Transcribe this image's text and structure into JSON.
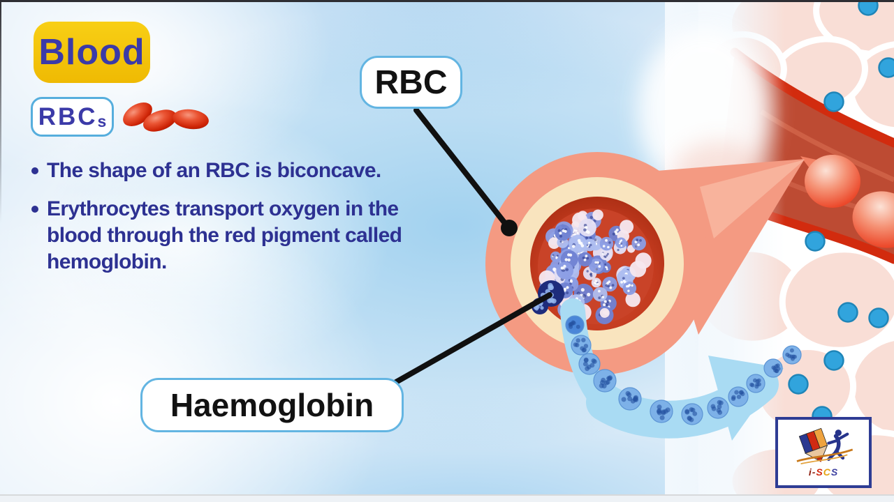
{
  "badges": {
    "title": "Blood",
    "rbcs_main": "RBC",
    "rbcs_suffix": "s"
  },
  "bullets": [
    "The shape of an RBC is biconcave.",
    "Erythrocytes transport oxygen in the blood through the red pigment called hemoglobin."
  ],
  "labels": {
    "rbc": "RBC",
    "haemoglobin": "Haemoglobin"
  },
  "logo": {
    "parts": [
      {
        "text": "i-"
      },
      {
        "text": "S"
      },
      {
        "text": "C"
      },
      {
        "text": "S"
      }
    ]
  },
  "colors": {
    "title_bg": "#f3c40b",
    "title_text": "#3b3aa8",
    "bullet_text": "#2d3192",
    "label_border": "#63b5e2",
    "label_text": "#121212",
    "rbc_cell_red": "#ce2406",
    "magnified_salmon": "#f49a82",
    "membrane_cream": "#f9e4be",
    "ring_red": "#c43b1f",
    "hemoglobin_blue": "#8b9de4",
    "oxygen_dot_blue": "#31a4dd",
    "flow_arrow_blue": "#a9dbf3",
    "vessel_wall_red": "#d22b0e",
    "tissue_pink": "#f9ded6",
    "logo_border": "#2e3c94"
  }
}
